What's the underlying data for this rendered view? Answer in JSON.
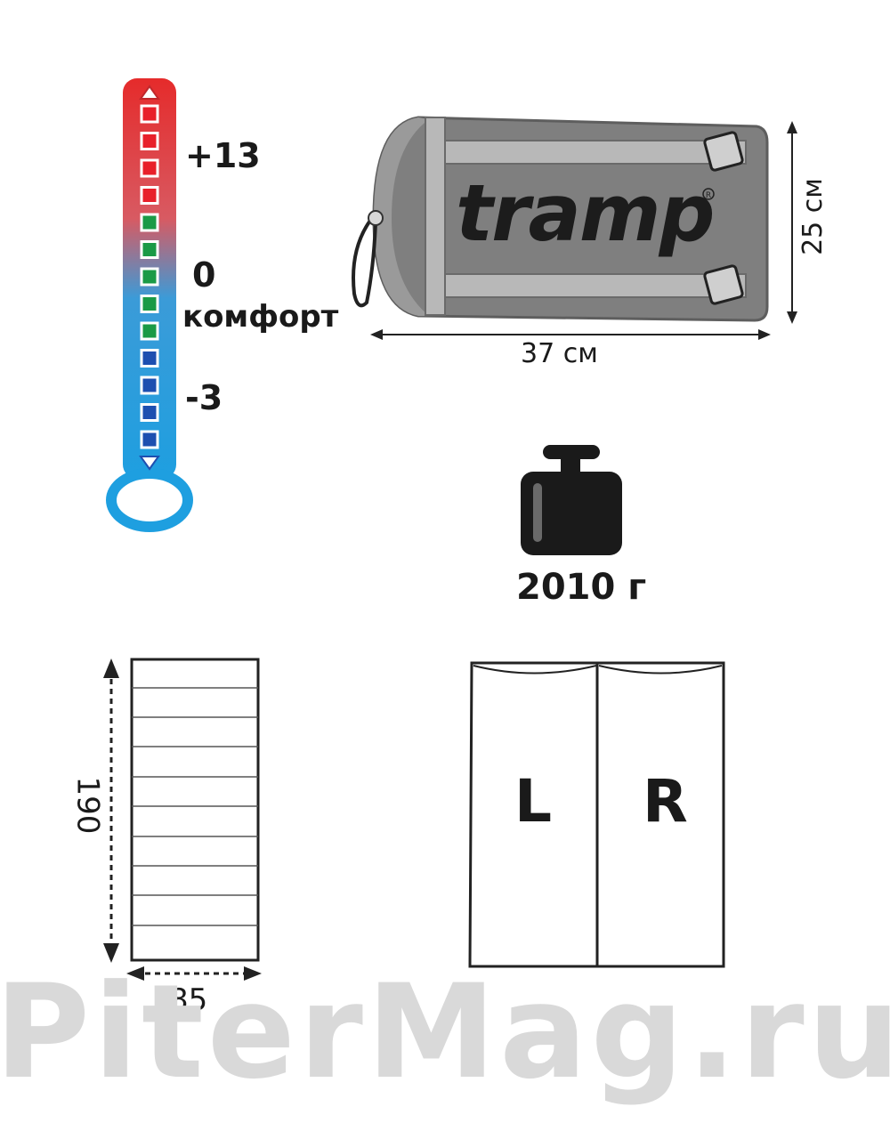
{
  "temperature": {
    "max": "+13",
    "comfort_value": "0",
    "comfort_label": "комфорт",
    "min": "-3",
    "squares": [
      "red",
      "red",
      "red",
      "red",
      "green",
      "green",
      "green",
      "green",
      "green",
      "blue",
      "blue",
      "blue",
      "blue"
    ],
    "colors": {
      "red": "#e8202a",
      "green": "#1a9a46",
      "blue": "#1d4fb0",
      "tube_top": "#e52b2b",
      "tube_bottom": "#1e9fe0"
    }
  },
  "packed": {
    "brand": "tramp",
    "width_label": "37 см",
    "height_label": "25 см"
  },
  "weight": {
    "label": "2010 г"
  },
  "bag_size": {
    "length_label": "190",
    "width_label": "85"
  },
  "zipper": {
    "left": "L",
    "right": "R"
  },
  "watermark": {
    "text": "PiterMag.ru"
  }
}
